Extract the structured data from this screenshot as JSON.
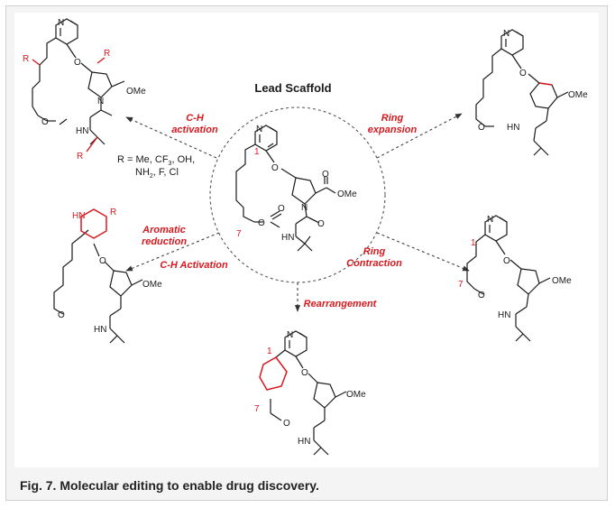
{
  "title": "Lead Scaffold",
  "caption": "Fig. 7. Molecular editing to enable drug discovery.",
  "transforms": {
    "ch_activation_top": [
      "C-H",
      "activation"
    ],
    "ring_expansion": [
      "Ring",
      "expansion"
    ],
    "aromatic_reduction": [
      "Aromatic",
      "reduction"
    ],
    "ch_activation_left": "C-H Activation",
    "ring_contraction": [
      "Ring",
      "Contraction"
    ],
    "rearrangement": "Rearrangement"
  },
  "r_groups": [
    "R = Me, CF",
    "3",
    ", OH,",
    "NH",
    "2",
    ", F, Cl"
  ],
  "atoms": {
    "N": "N",
    "O": "O",
    "HN": "HN",
    "HN_ring": "HN",
    "R": "R",
    "OMe": "OMe",
    "one": "1",
    "seven": "7"
  },
  "colors": {
    "accent": "#d7191f",
    "ink": "#1a1a1a",
    "dashed": "#555555",
    "frame_bg": "#f4f4f4"
  }
}
